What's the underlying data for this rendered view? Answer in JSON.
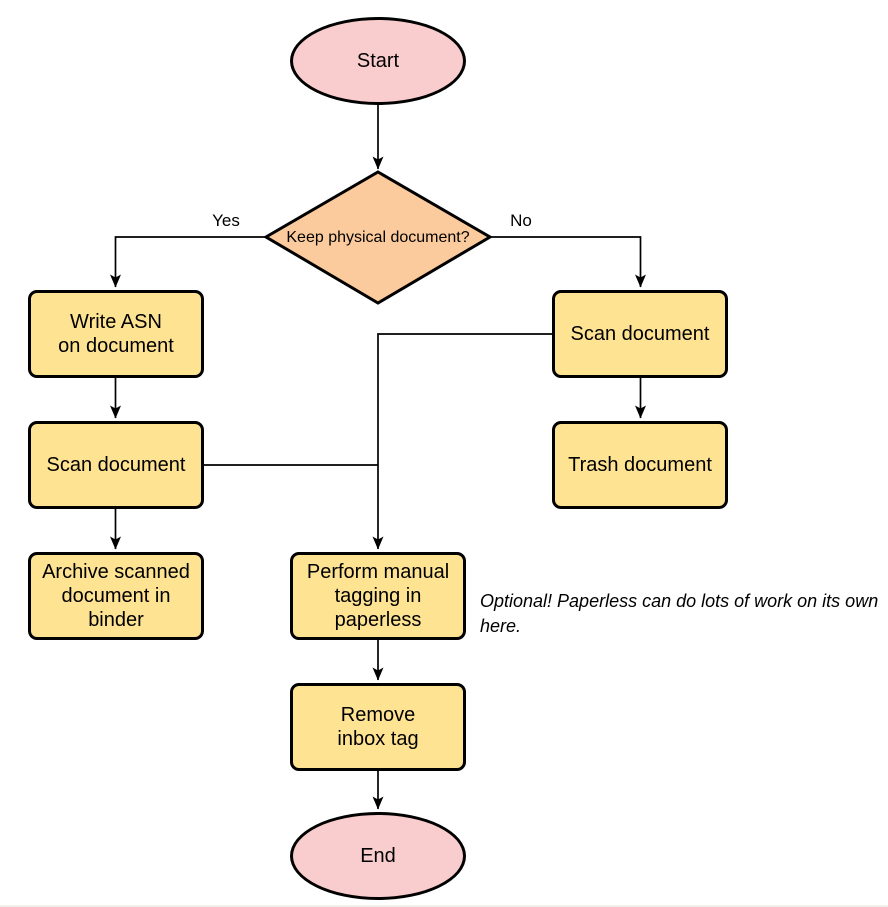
{
  "flowchart": {
    "nodes": {
      "start": {
        "label": "Start",
        "shape": "ellipse",
        "fill": "#f9cdcd"
      },
      "decision_keep_physical": {
        "label": "Keep physical\ndocument?",
        "shape": "diamond",
        "fill": "#fccb9d"
      },
      "write_asn": {
        "label": "Write ASN\non document",
        "shape": "rounded-rect",
        "fill": "#fde392"
      },
      "scan_document_left": {
        "label": "Scan document",
        "shape": "rounded-rect",
        "fill": "#fde392"
      },
      "archive_scanned": {
        "label": "Archive scanned\ndocument in\nbinder",
        "shape": "rounded-rect",
        "fill": "#fde392"
      },
      "scan_document_right": {
        "label": "Scan document",
        "shape": "rounded-rect",
        "fill": "#fde392"
      },
      "trash_document": {
        "label": "Trash document",
        "shape": "rounded-rect",
        "fill": "#fde392"
      },
      "perform_manual_tagging": {
        "label": "Perform manual\ntagging in\npaperless",
        "shape": "rounded-rect",
        "fill": "#fde392"
      },
      "remove_inbox_tag": {
        "label": "Remove\ninbox tag",
        "shape": "rounded-rect",
        "fill": "#fde392"
      },
      "end": {
        "label": "End",
        "shape": "ellipse",
        "fill": "#f9cdcd"
      }
    },
    "edge_labels": {
      "yes": "Yes",
      "no": "No"
    },
    "annotation": "Optional! Paperless can do lots of work on its own here.",
    "colors": {
      "stroke": "#000000",
      "terminal_fill": "#f9cdcd",
      "decision_fill": "#fccb9d",
      "process_fill": "#fde392",
      "background": "#ffffff"
    }
  }
}
